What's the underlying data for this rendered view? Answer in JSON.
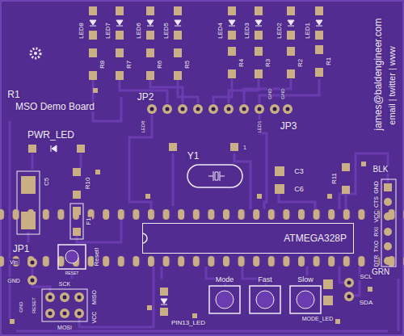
{
  "diagram": {
    "title": "MSO Demo Board",
    "nodes": [
      {
        "text": [
          "ATMEGA328P"
        ]
      }
    ],
    "labels": [
      "LED8",
      "LED7",
      "LED6",
      "LED5",
      "LED4",
      "LED3",
      "LED2",
      "LED1",
      "R8",
      "R7",
      "R6",
      "R5",
      "R4",
      "R3",
      "R2",
      "R1",
      "james@baldengineer.com",
      "email | twitter | www",
      "R1",
      "JP2",
      "LED8",
      "LED1",
      "GND",
      "GND",
      "JP3",
      "PWR_LED",
      "Y1",
      "1",
      "C3",
      "C6",
      "R11",
      "C5",
      "R10",
      "F1",
      "BLK",
      "GND",
      "CTS",
      "VCC",
      "RXI",
      "TXO",
      "DTR",
      "GRN",
      "JP1",
      "Vin",
      "GND",
      "Reset!",
      "RESET",
      "GND",
      "RESET",
      "SCK",
      "MISO",
      "VCC",
      "MOSI",
      "Mode",
      "Fast",
      "Slow",
      "PIN13_LED",
      "SCL",
      "SDA",
      "MODE_LED"
    ]
  }
}
